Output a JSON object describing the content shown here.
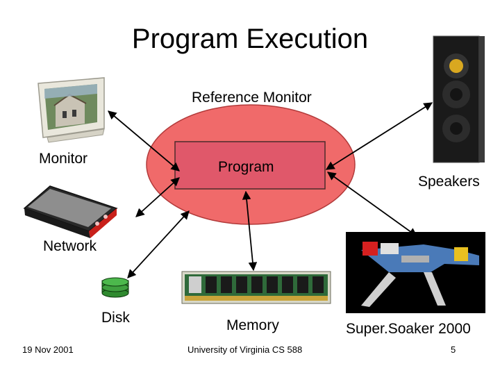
{
  "title": "Program Execution",
  "reference_monitor_label": "Reference Monitor",
  "program_label": "Program",
  "devices": {
    "monitor": "Monitor",
    "speakers": "Speakers",
    "network": "Network",
    "disk": "Disk",
    "memory": "Memory",
    "water_gun": "Super.Soaker 2000"
  },
  "footer": {
    "date": "19 Nov 2001",
    "center": "University of Virginia CS 588",
    "page": "5"
  },
  "colors": {
    "ellipse_fill": "#f06a6a",
    "program_box_fill": "#e0586a",
    "arrow": "#000000"
  },
  "icons": [
    "monitor-icon",
    "speaker-icon",
    "network-card-icon",
    "disk-icon",
    "memory-module-icon",
    "water-gun-icon"
  ]
}
